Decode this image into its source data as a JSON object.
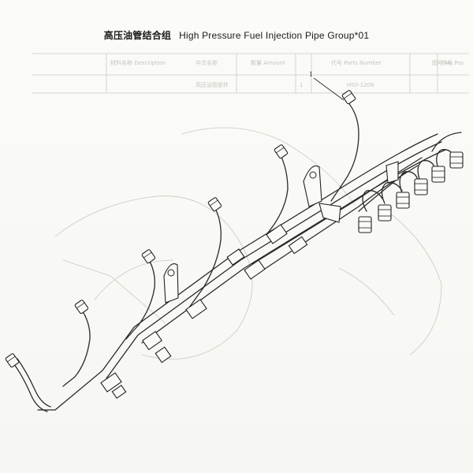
{
  "title": {
    "chinese": "高压油管结合组",
    "english": "High Pressure Fuel Injection Pipe Group*01"
  },
  "callout": {
    "number": "1"
  },
  "faint_header": {
    "cells": [
      "图号 No.",
      "材料名称 Description",
      "中文名称",
      "数量 Amount",
      "代号 Parts Number",
      "件号 Pos"
    ],
    "row": [
      "高压油管部件",
      "1",
      "HS0-1209"
    ]
  }
}
